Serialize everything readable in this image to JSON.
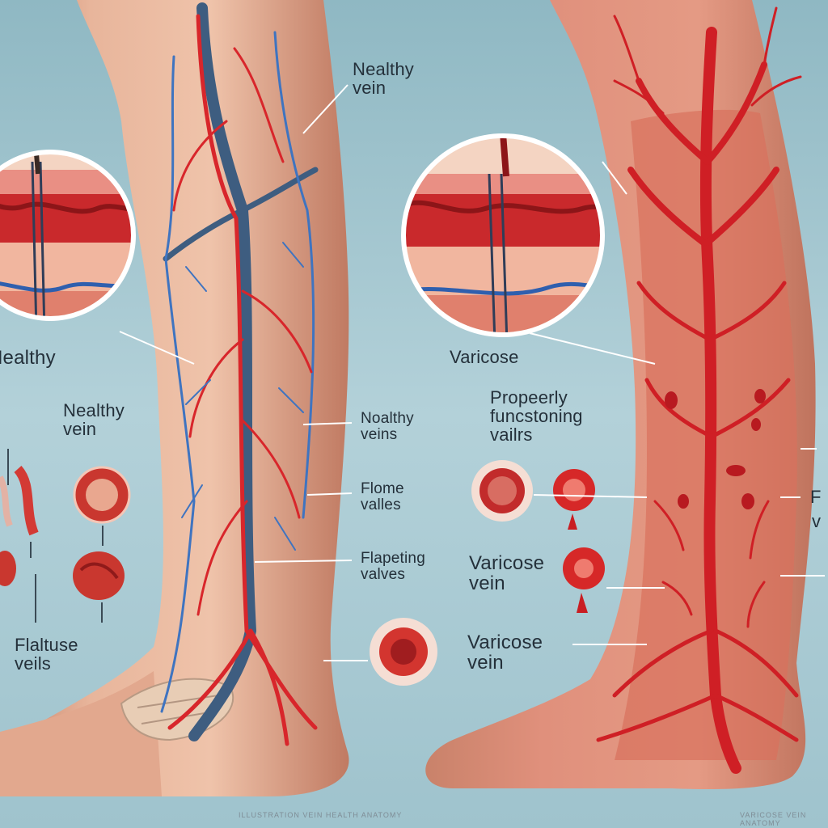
{
  "colors": {
    "background": "#a9cad3",
    "skin": "#e9b59d",
    "skin_shadow": "#cf8d74",
    "artery": "#d8262b",
    "vein": "#3e5d80",
    "varicose_skin": "#d97f6c"
  },
  "labels": {
    "nealthy_vein_top": "Nealthy\nvein",
    "healthy_left": "Healthy",
    "nealthy_vein_left": "Nealthy\nvein",
    "flaltuse_veils": "Flaltuse\nveils",
    "noalthy_veins": "Noalthy\nveins",
    "flome_valles": "Flome\nvalles",
    "flapeting_valves": "Flapeting\nvalves",
    "varicose_center": "Varicose",
    "properly_functioning": "Propeerly\nfuncstoning\nvailrs",
    "varicose_vein_1": "Varicose\nvein",
    "varicose_vein_2": "Varicose\nvein",
    "edge_f": "F",
    "edge_v": "v"
  },
  "footer": {
    "left_text": "ILLUSTRATION VEIN HEALTH ANATOMY",
    "right_text": "VARICOSE VEIN ANATOMY"
  }
}
